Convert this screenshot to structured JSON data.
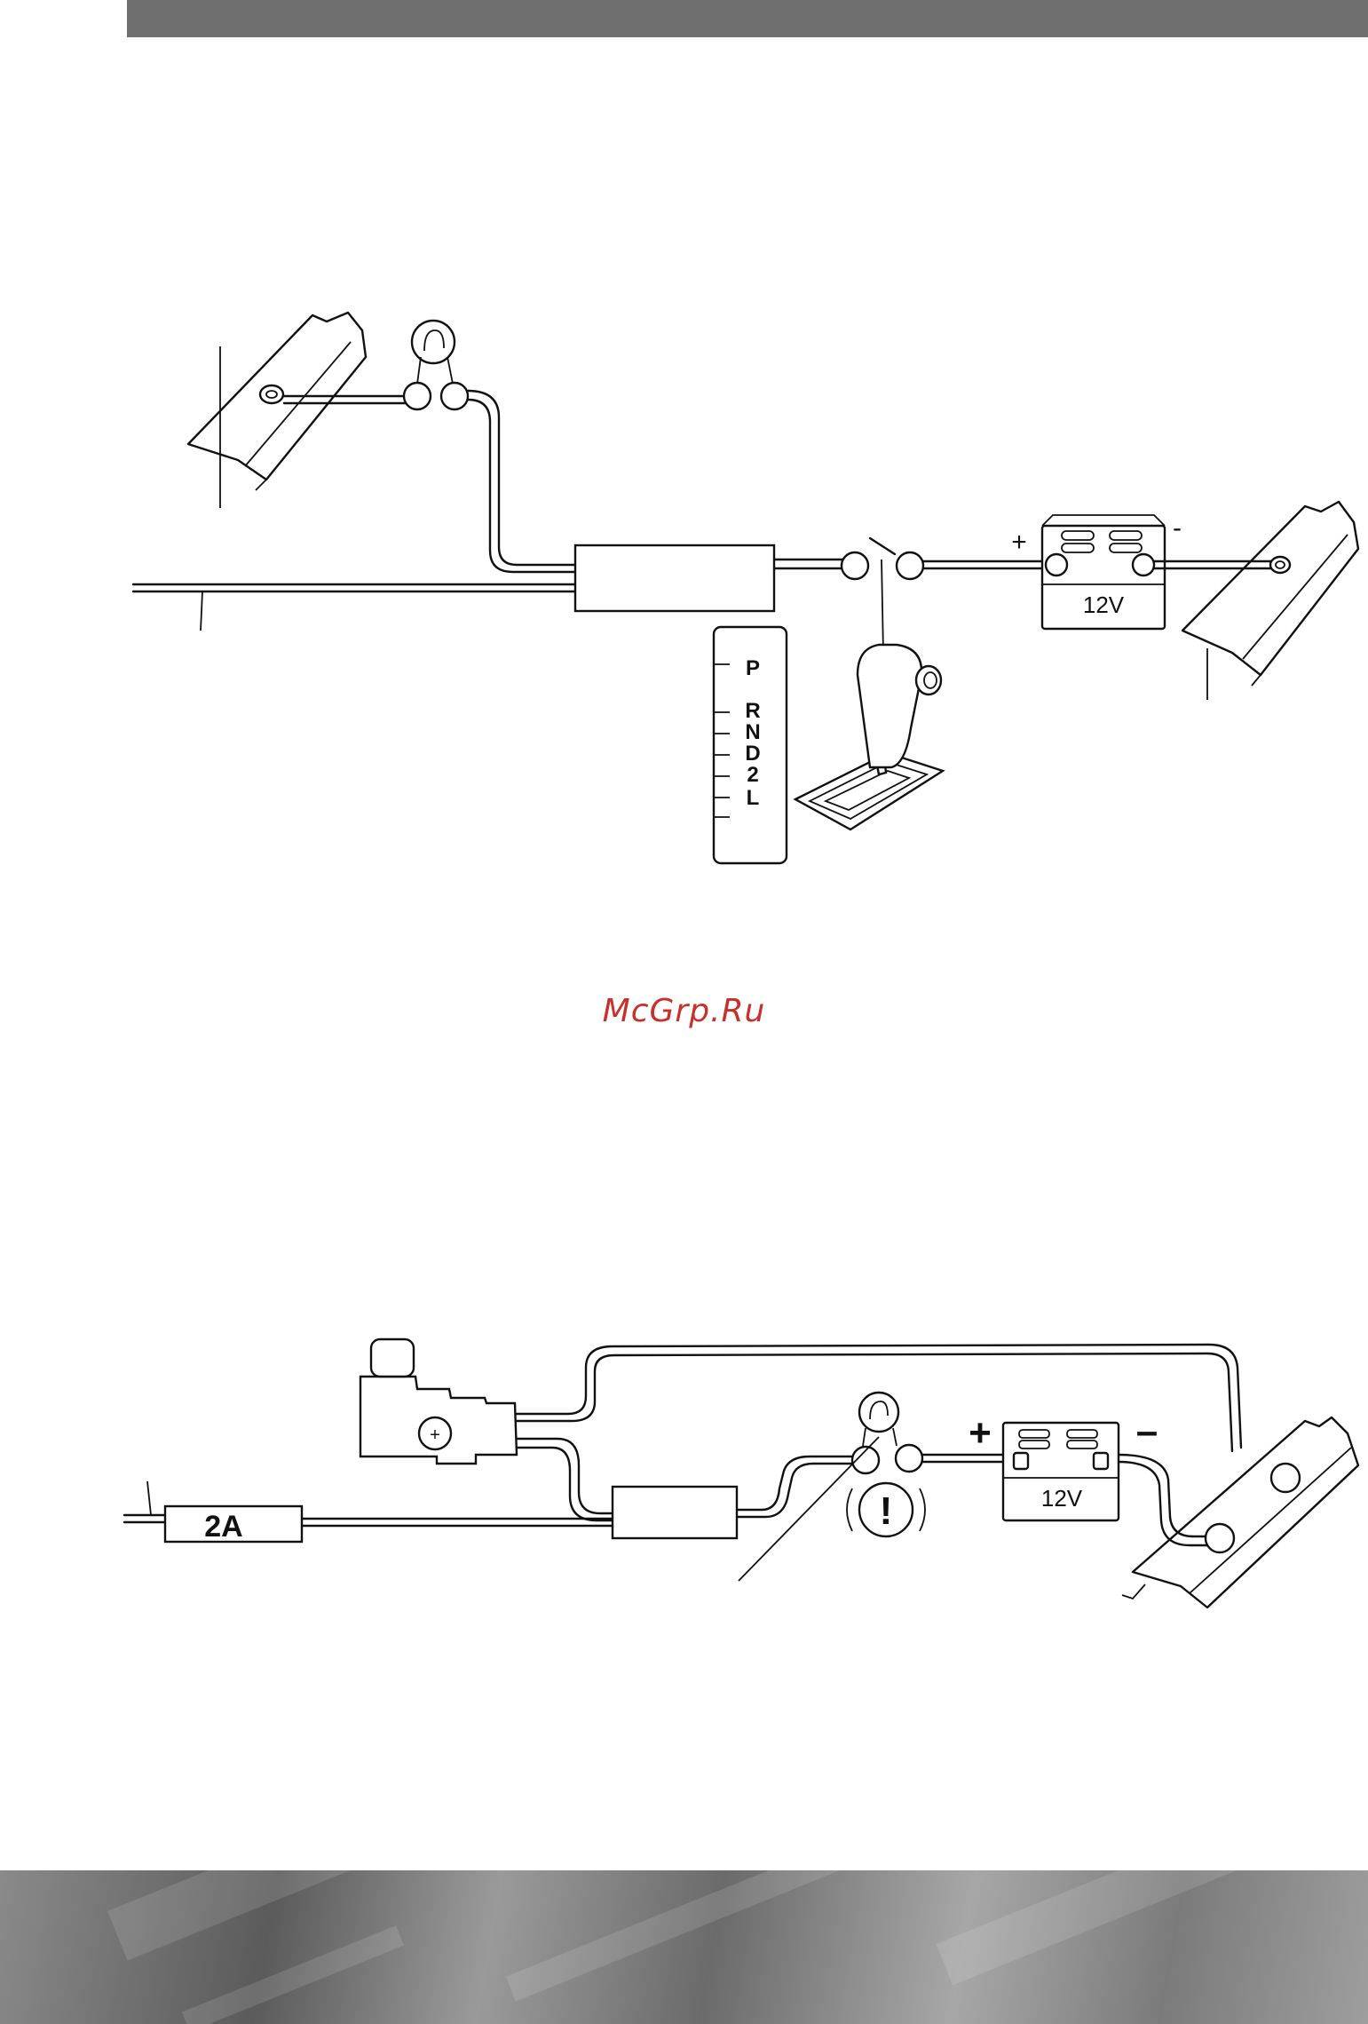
{
  "watermark": "McGrp.Ru",
  "diagram_top": {
    "battery_label": "12V",
    "plus_sign": "+",
    "minus_sign": "-",
    "gear_positions": [
      "P",
      "R",
      "N",
      "D",
      "2",
      "L"
    ]
  },
  "diagram_bottom": {
    "fuse_label": "2A",
    "battery_label": "12V",
    "plus_sign": "+",
    "minus_sign": "–",
    "warning_symbol": "!"
  },
  "icons": {
    "top": [
      "ground-terminal-icon",
      "lamp-icon",
      "shift-lever-icon",
      "battery-icon"
    ],
    "bottom": [
      "connector-plug-icon",
      "lamp-icon",
      "warning-icon",
      "battery-icon",
      "ground-terminal-icon"
    ]
  }
}
